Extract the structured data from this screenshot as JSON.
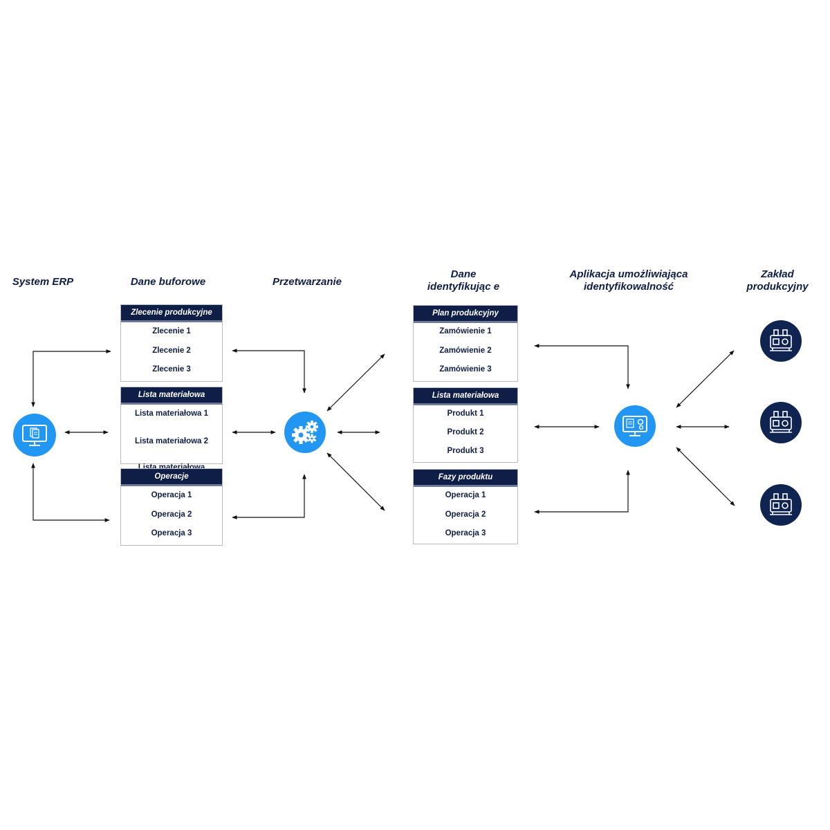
{
  "headers": {
    "erp": "System ERP",
    "buffer": "Dane buforowe",
    "processing": "Przetwarzanie",
    "ident": "Dane identyfikując e",
    "app": "Aplikacja umożliwiająca identyfikowalność",
    "plant": "Zakład produkcyjny"
  },
  "buffer_boxes": [
    {
      "title": "Zlecenie produkcyjne",
      "items": [
        "Zlecenie 1",
        "Zlecenie 2",
        "Zlecenie 3"
      ]
    },
    {
      "title": "Lista materiałowa",
      "items": [
        "Lista materiałowa 1",
        "Lista materiałowa 2",
        "Lista materiałowa"
      ]
    },
    {
      "title": "Operacje",
      "items": [
        "Operacja 1",
        "Operacja 2",
        "Operacja 3"
      ]
    }
  ],
  "ident_boxes": [
    {
      "title": "Plan produkcyjny",
      "items": [
        "Zamówienie 1",
        "Zamówienie 2",
        "Zamówienie 3"
      ]
    },
    {
      "title": "Lista materiałowa",
      "items": [
        "Produkt 1",
        "Produkt 2",
        "Produkt 3"
      ]
    },
    {
      "title": "Fazy produktu",
      "items": [
        "Operacja 1",
        "Operacja 2",
        "Operacja 3"
      ]
    }
  ],
  "icons": {
    "erp": "monitor-document-icon",
    "processing": "gears-icon",
    "app": "monitor-database-gear-icon",
    "plant": "factory-machine-icon"
  },
  "colors": {
    "accent": "#2196f3",
    "navy": "#0f2450"
  }
}
